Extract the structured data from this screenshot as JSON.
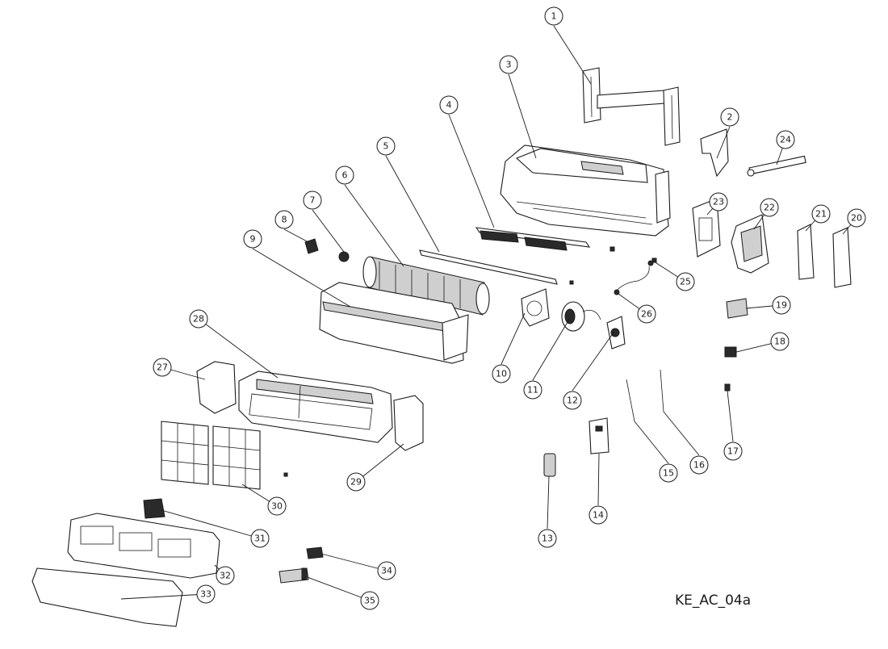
{
  "drawing_code": "KE_AC_04a",
  "callouts": [
    "1",
    "2",
    "3",
    "4",
    "5",
    "6",
    "7",
    "8",
    "9",
    "10",
    "11",
    "12",
    "13",
    "14",
    "15",
    "16",
    "17",
    "18",
    "19",
    "20",
    "21",
    "22",
    "23",
    "24",
    "25",
    "26",
    "27",
    "28",
    "29",
    "30",
    "31",
    "32",
    "33",
    "34",
    "35"
  ]
}
